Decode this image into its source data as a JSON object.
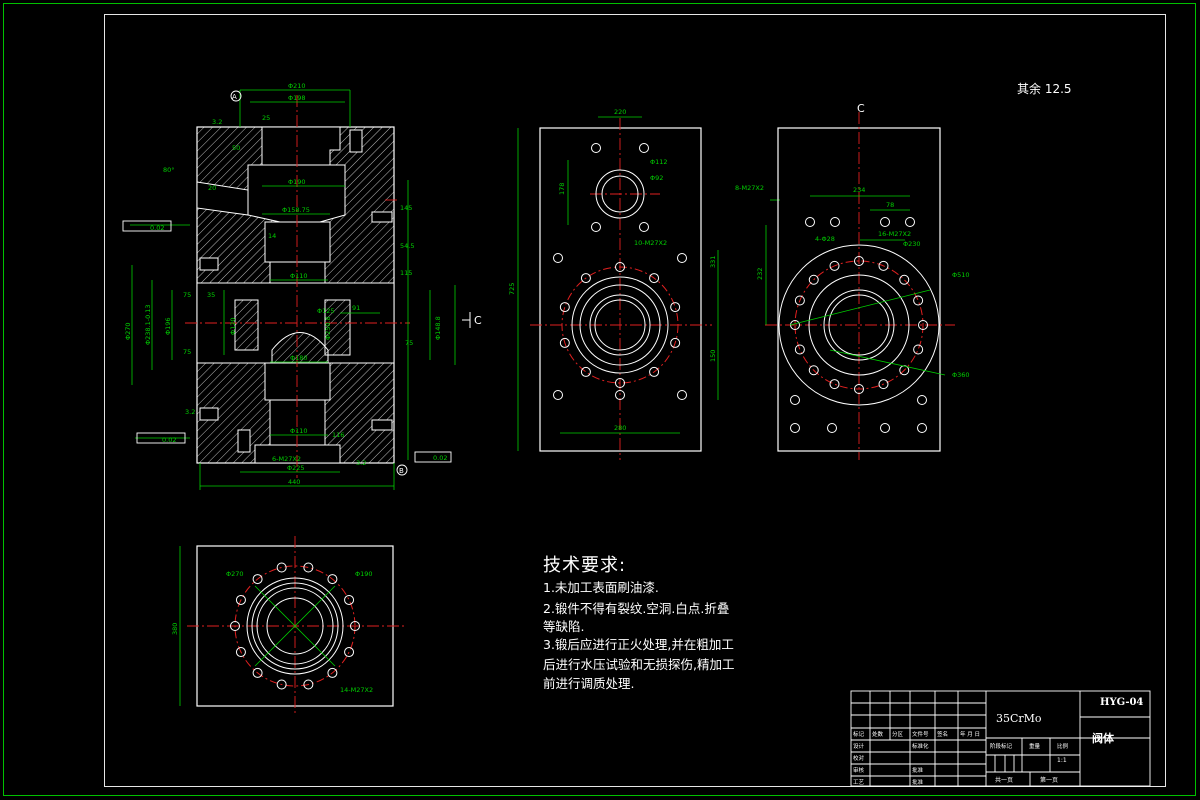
{
  "surface_note": "其余 12.5",
  "section_marks": {
    "left_top": "A",
    "left_bottom": "B",
    "section_c": "C"
  },
  "front_view": {
    "dims": {
      "d210": "Φ210",
      "d198": "Φ198",
      "d190": "Φ190",
      "d158": "Φ158.75",
      "d110": "Φ110",
      "d180": "Φ180",
      "d225": "Φ225",
      "d270": "Φ270",
      "d238": "Φ238.1-0.13",
      "d196": "Φ196",
      "d120": "Φ120",
      "d250": "Φ250.8",
      "d148": "Φ148.8",
      "d125": "Φ125",
      "len440": "440",
      "thread6": "6-M27X2",
      "v75a": "75",
      "v75b": "75",
      "v75c": "75",
      "v35": "35",
      "v91": "91",
      "v25": "25",
      "v14": "14",
      "v50": "50",
      "v20": "20",
      "v145": "145",
      "v54": "54.5",
      "v115": "115",
      "v116": "116",
      "ang80": "80°",
      "rough32": "3.2",
      "rough63a": "3.2",
      "rough63b": "3.2",
      "flat1": "0.02",
      "flat2": "0.02",
      "perp": "0.02"
    }
  },
  "side_view": {
    "dims": {
      "w220": "220",
      "d112": "Φ112",
      "d92": "Φ92",
      "v178": "178",
      "h725": "725",
      "h331": "331",
      "v150": "150",
      "w280": "280",
      "th8": "8-M27X2",
      "th10": "10-M27X2"
    }
  },
  "right_view": {
    "dims": {
      "w234": "234",
      "w78": "78",
      "v232": "232",
      "th16": "16-M27X2",
      "d230": "Φ230",
      "d4": "4-Φ28",
      "d510": "Φ510",
      "d360": "Φ360"
    }
  },
  "bottom_view": {
    "dims": {
      "d270": "Φ270",
      "d190": "Φ190",
      "h380": "380",
      "th14": "14-M27X2"
    }
  },
  "tech_requirements": {
    "title": "技术要求:",
    "lines": [
      "1.未加工表面刷油漆.",
      "2.锻件不得有裂纹.空洞.白点.折叠",
      "等缺陷.",
      "3.锻后应进行正火处理,并在粗加工",
      "后进行水压试验和无损探伤,精加工",
      "前进行调质处理."
    ]
  },
  "title_block": {
    "material": "35CrMo",
    "drawing_no": "HYG-04",
    "part_name": "阀体",
    "scale": "1:1",
    "sheets_total": "共一页",
    "sheet_no": "第一页",
    "row_labels": [
      "标记",
      "处数",
      "分区",
      "文件号",
      "签名",
      "年 月 日"
    ],
    "design": "设计",
    "std": "标准化",
    "check": "审核",
    "process": "工艺",
    "approve": "批准",
    "verify": "校对",
    "stage_mark": "阶段标记",
    "weight": "重量",
    "ratio": "比例"
  }
}
